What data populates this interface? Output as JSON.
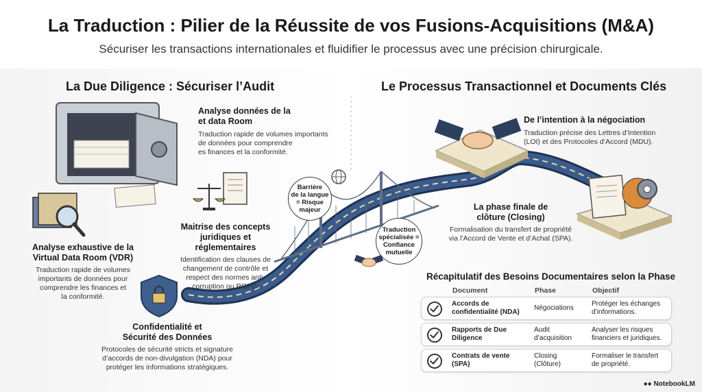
{
  "header": {
    "title": "La Traduction : Pilier de la Réussite de vos Fusions-Acquisitions (M&A)",
    "subtitle": "Sécuriser les transactions internationales et fluidifier le processus avec une précision chirurgicale."
  },
  "left": {
    "section_title": "La Due Diligence : Sécuriser l’Audit",
    "data_room": {
      "heading_line1": "Analyse données de la",
      "heading_line2": "et data Room",
      "text_line1": "Traduction rapide de volumes importants",
      "text_line2": "de données pour comprendre",
      "text_line3": "es finances et la conformité."
    },
    "vdr": {
      "heading_line1": "Analyse exhaustive de la",
      "heading_line2": "Virtual Data Room (VDR)",
      "text_line1": "Traduction rapide de volumes",
      "text_line2": "importants de données pour",
      "text_line3": "comprendre les finances et",
      "text_line4": "la conformité."
    },
    "legal": {
      "heading_line1": "Maitrise des concepts",
      "heading_line2": "juridiques et réglementaires",
      "text_line1": "Identification des clauses de",
      "text_line2": "changement de contrôle et",
      "text_line3": "respect des normes anti-",
      "text_line4": "corruption ou RGPD."
    },
    "security": {
      "heading_line1": "Confidentialité et",
      "heading_line2": "Sécurité des Données",
      "text_line1": "Protocoles de sécurité stricts et signature",
      "text_line2": "d’accords de non-divulgation (NDA) pour",
      "text_line3": "protéger les informations stratégiques."
    }
  },
  "bridge": {
    "barrier_line1": "Barrière",
    "barrier_line2": "de la langue",
    "barrier_line3": "= Risque",
    "barrier_line4": "majeur",
    "trust_line1": "Traduction",
    "trust_line2": "spécialisée =",
    "trust_line3": "Confiance",
    "trust_line4": "mutuelle"
  },
  "right": {
    "section_title": "Le Processus Transactionnel et Documents Clés",
    "intent": {
      "heading": "De l’intention à la négociation",
      "text_line1": "Traduction précise des Lettres d’Intention",
      "text_line2": "(LOI) et des Protocoles d’Accord (MDU)."
    },
    "closing": {
      "heading_line1": "La phase finale de",
      "heading_line2": "clôture (Closing)",
      "text_line1": "Formalisation du transfert de propriété",
      "text_line2": "via l’Accord de Vente et d’Achat (SPA)."
    }
  },
  "table": {
    "title": "Récapitulatif des Besoins Documentaires selon la Phase",
    "headers": [
      "Document",
      "Phase",
      "Objectif"
    ],
    "rows": [
      {
        "doc_line1": "Accords de",
        "doc_line2": "confidentialité (NDA)",
        "phase_line1": "Négociations",
        "phase_line2": "",
        "obj_line1": "Protéger les échanges",
        "obj_line2": "d’informations."
      },
      {
        "doc_line1": "Rapports de Due",
        "doc_line2": "Diligence",
        "phase_line1": "Audit",
        "phase_line2": "d’acquisition",
        "obj_line1": "Analyser les risques",
        "obj_line2": "financiers et juridiques."
      },
      {
        "doc_line1": "Contrats de vente",
        "doc_line2": "(SPA)",
        "phase_line1": "Closing",
        "phase_line2": "(Clôture)",
        "obj_line1": "Formaliser le transfert",
        "obj_line2": "de propriété."
      }
    ]
  },
  "footer": {
    "brand": "NotebookLM"
  },
  "colors": {
    "road_dark": "#2f4a73",
    "road_light": "#d7c79a",
    "paper": "#f7f3e8",
    "steel": "#5d6f86"
  }
}
